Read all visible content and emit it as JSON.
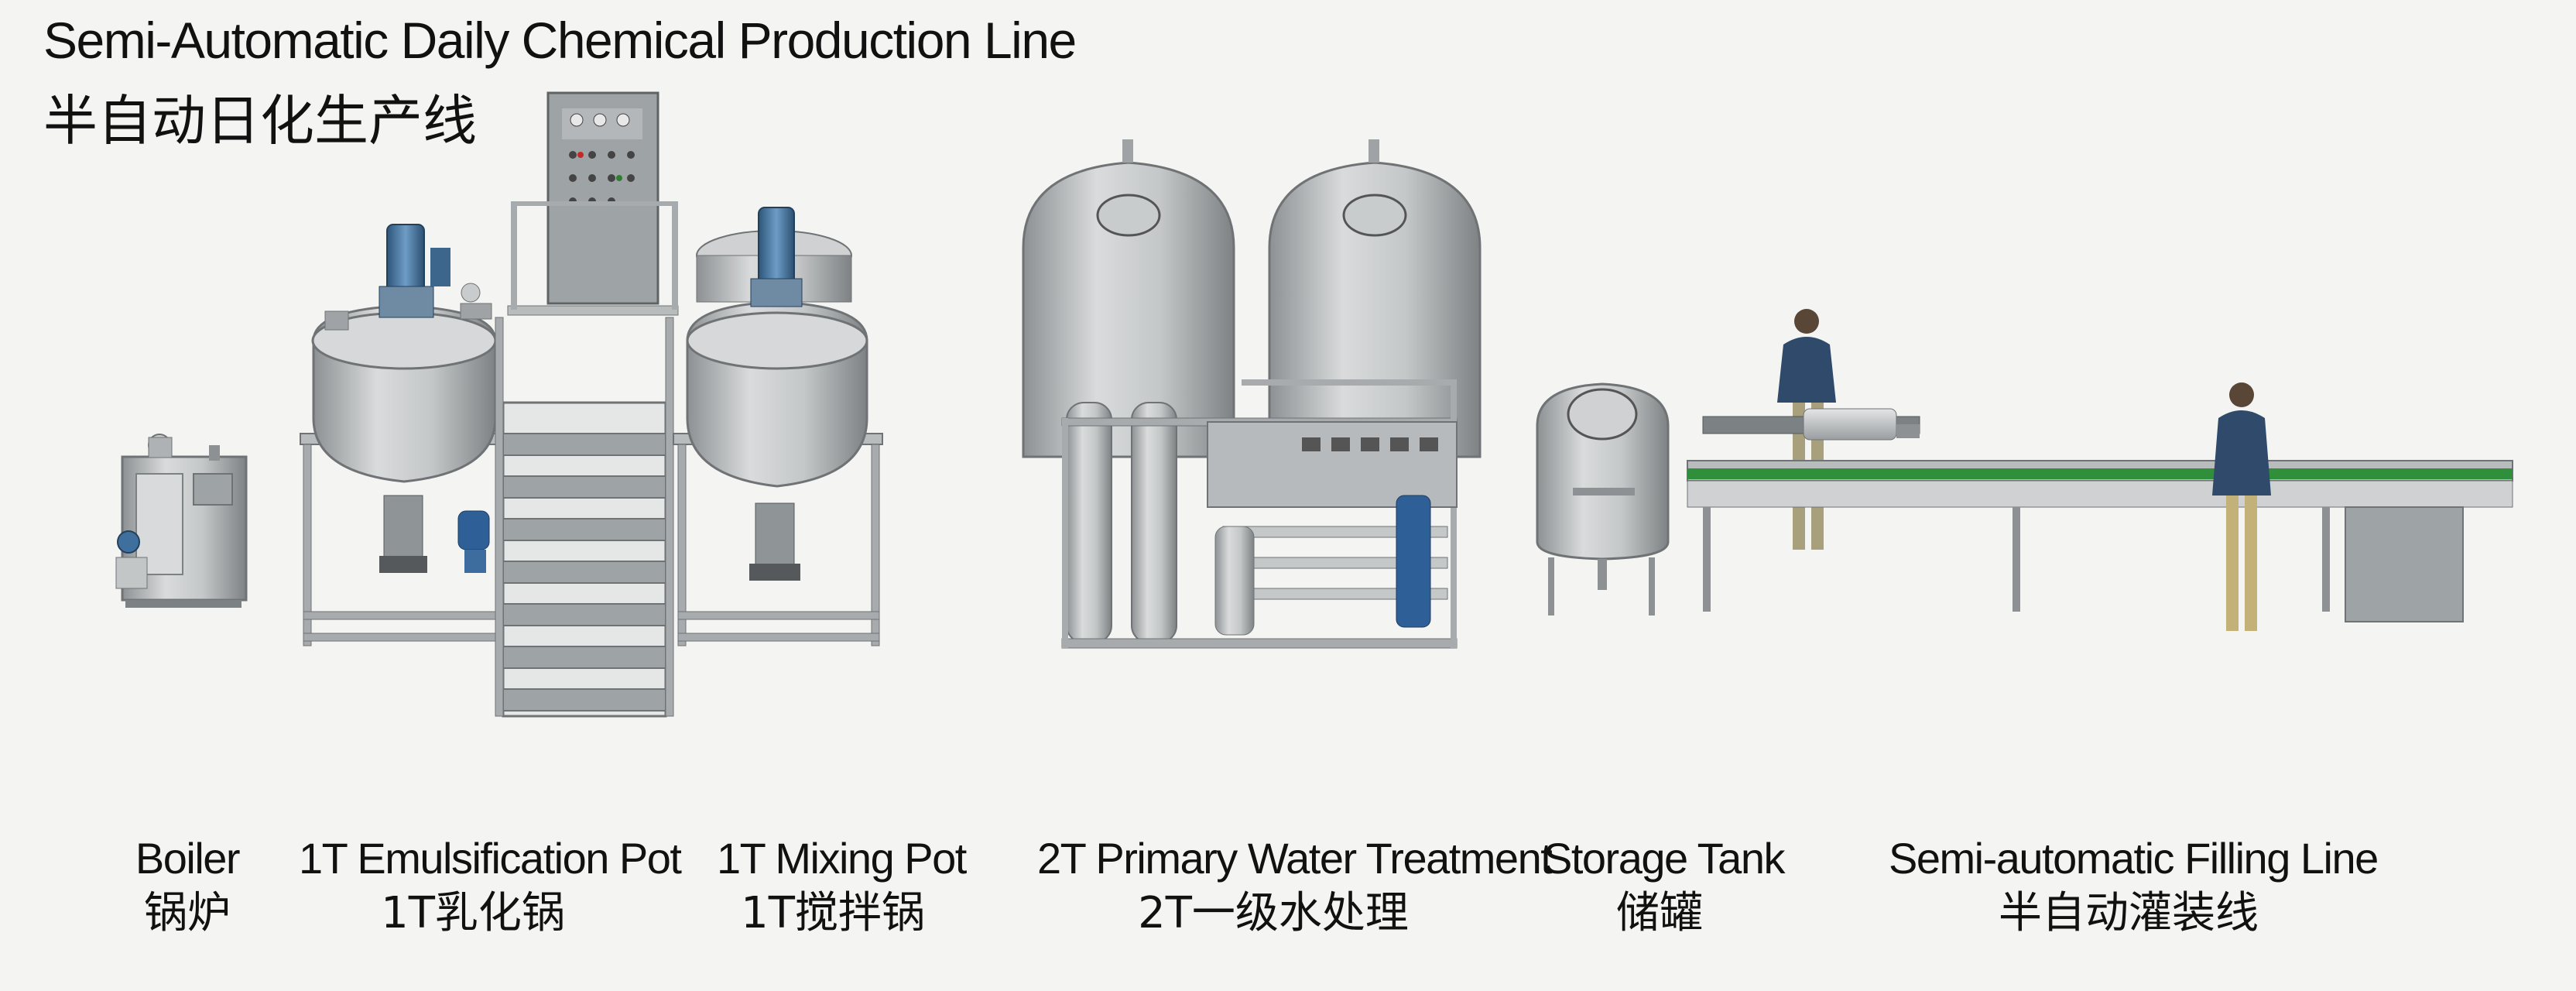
{
  "title": {
    "en": "Semi-Automatic Daily Chemical Production Line",
    "cn": "半自动日化生产线"
  },
  "equipment": [
    {
      "en": "Boiler",
      "cn": "锅炉"
    },
    {
      "en": "1T Emulsification Pot",
      "cn": "1T乳化锅"
    },
    {
      "en": "1T Mixing Pot",
      "cn": "1T搅拌锅"
    },
    {
      "en": "2T Primary Water Treatment",
      "cn": "2T一级水处理"
    },
    {
      "en": "Storage Tank",
      "cn": "储罐"
    },
    {
      "en": "Semi-automatic Filling Line",
      "cn": "半自动灌装线"
    }
  ],
  "colors": {
    "background": "#f4f5f3",
    "steel": "#b9bcbd",
    "steel_dark": "#7c8184",
    "motor_blue": "#3f6f9c",
    "conveyor_green": "#2f8f3a",
    "panel": "#9ea3a5"
  }
}
